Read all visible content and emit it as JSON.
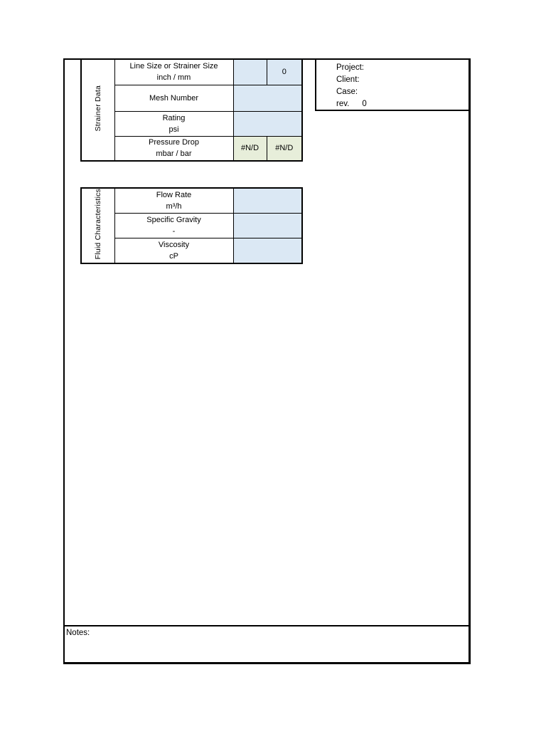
{
  "colors": {
    "input_cell_blue": "#dbe8f4",
    "formula_cell_green": "#e7eeda",
    "border_black": "#000000"
  },
  "strainer": {
    "label": "Strainer Data",
    "rows": [
      {
        "name": "Line Size or Strainer Size",
        "unit": "inch / mm",
        "v1": "",
        "v2": "0"
      },
      {
        "name": "Mesh Number",
        "unit": "",
        "v": ""
      },
      {
        "name": "Rating",
        "unit": "psi",
        "v": ""
      },
      {
        "name": "Pressure Drop",
        "unit": "mbar / bar",
        "v1": "#N/D",
        "v2": "#N/D"
      }
    ]
  },
  "fluid": {
    "label": "Fluid Characteristics",
    "rows": [
      {
        "name": "Flow Rate",
        "unit": "m³/h",
        "v": ""
      },
      {
        "name": "Specific Gravity",
        "unit": "-",
        "v": ""
      },
      {
        "name": "Viscosity",
        "unit": "cP",
        "v": ""
      }
    ]
  },
  "project": {
    "project_label": "Project:",
    "client_label": "Client:",
    "case_label": "Case:",
    "rev_label": "rev.",
    "rev_value": "0"
  },
  "notes": {
    "label": "Notes:"
  }
}
